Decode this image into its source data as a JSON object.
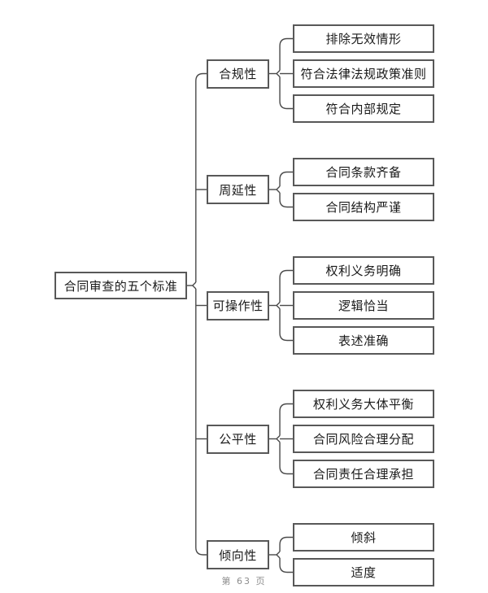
{
  "document": {
    "footer_label": "第 63 页",
    "background_color": "#ffffff",
    "box_border_color": "#585858",
    "connector_color": "#4a4a4a",
    "text_color": "#1a1a1a"
  },
  "diagram": {
    "type": "tree",
    "orientation": "left-to-right",
    "root": {
      "label": "合同审查的五个标准"
    },
    "branches": [
      {
        "label": "合规性",
        "leaves": [
          {
            "label": "排除无效情形"
          },
          {
            "label": "符合法律法规政策准则"
          },
          {
            "label": "符合内部规定"
          }
        ]
      },
      {
        "label": "周延性",
        "leaves": [
          {
            "label": "合同条款齐备"
          },
          {
            "label": "合同结构严谨"
          }
        ]
      },
      {
        "label": "可操作性",
        "leaves": [
          {
            "label": "权利义务明确"
          },
          {
            "label": "逻辑恰当"
          },
          {
            "label": "表述准确"
          }
        ]
      },
      {
        "label": "公平性",
        "leaves": [
          {
            "label": "权利义务大体平衡"
          },
          {
            "label": "合同风险合理分配"
          },
          {
            "label": "合同责任合理承担"
          }
        ]
      },
      {
        "label": "倾向性",
        "leaves": [
          {
            "label": "倾斜"
          },
          {
            "label": "适度"
          }
        ]
      }
    ]
  }
}
